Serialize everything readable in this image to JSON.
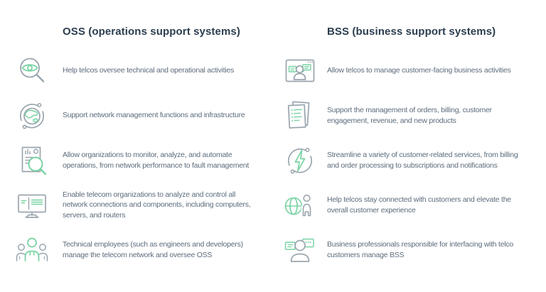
{
  "colors": {
    "background": "#ffffff",
    "heading": "#2c3e50",
    "body": "#5c6c7c",
    "icon_gray": "#9aa5ae",
    "icon_green": "#77d2a2"
  },
  "columns": [
    {
      "id": "oss",
      "title": "OSS (operations support systems)",
      "rows": [
        {
          "icon": "magnifier-eye-icon",
          "lines": [
            "Help telcos oversee technical and operational activities"
          ]
        },
        {
          "icon": "globe-sync-icon",
          "lines": [
            "Support network management functions and infrastructure"
          ]
        },
        {
          "icon": "report-magnifier-icon",
          "lines": [
            "Allow organizations to monitor, analyze, and automate",
            "operations, from network performance to fault management"
          ]
        },
        {
          "icon": "monitor-icon",
          "lines": [
            "Enable telecom organizations to analyze and control all",
            "network connections and components, including computers,",
            "servers, and routers"
          ]
        },
        {
          "icon": "team-icon",
          "lines": [
            "Technical employees (such as engineers and developers)",
            "manage the telecom network and oversee OSS"
          ]
        }
      ]
    },
    {
      "id": "bss",
      "title": "BSS (business support systems)",
      "rows": [
        {
          "icon": "browser-customer-chat-icon",
          "lines": [
            "Allow telcos to manage customer-facing business activities"
          ]
        },
        {
          "icon": "documents-icon",
          "lines": [
            "Support the management of orders, billing, customer",
            "engagement, revenue, and new products"
          ]
        },
        {
          "icon": "lightning-sync-icon",
          "lines": [
            "Streamline a variety of customer-related services, from billing",
            "and order processing to subscriptions and notifications"
          ]
        },
        {
          "icon": "globe-person-icon",
          "lines": [
            "Help telcos stay connected with customers and elevate the",
            "overall customer experience"
          ]
        },
        {
          "icon": "person-chat-icon",
          "lines": [
            "Business professionals responsible for interfacing with telco",
            "customers manage BSS"
          ]
        }
      ]
    }
  ]
}
